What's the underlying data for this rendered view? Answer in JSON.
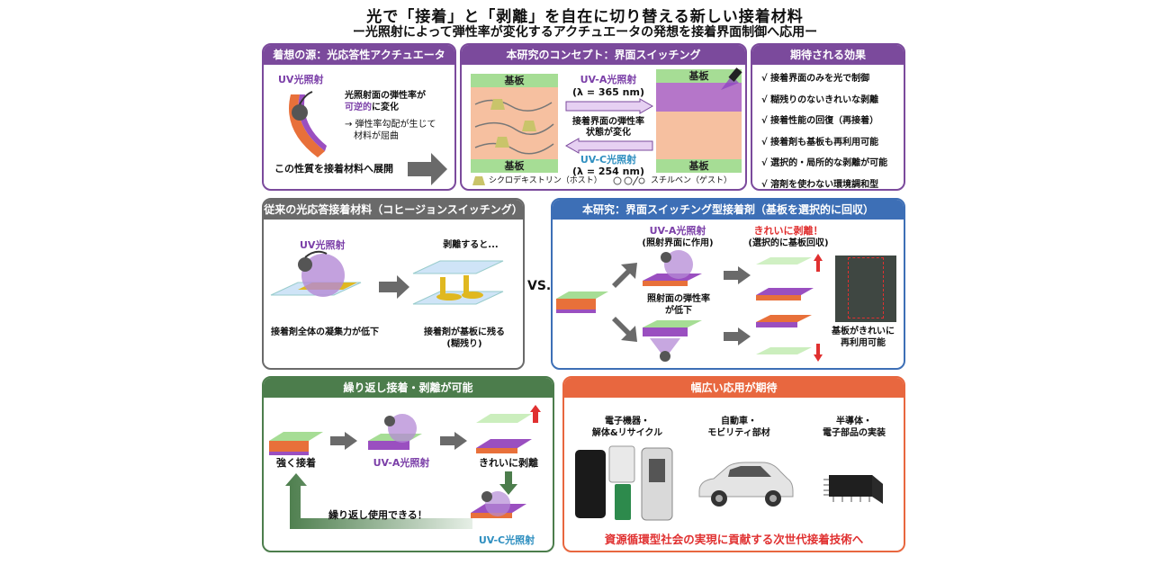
{
  "header": {
    "title": "光で「接着」と「剥離」を自在に切り替える新しい接着材料",
    "subtitle": "ー光照射によって弾性率が変化するアクチュエータの発想を接着界面制御へ応用ー"
  },
  "panel_inspiration": {
    "title": "着想の源：光応答性アクチュエータ",
    "uv_label": "UV光照射",
    "desc_line1": "光照射面の弾性率が",
    "desc_line2_hl": "可逆的",
    "desc_line2_rest": "に変化",
    "arrow_line1": "→ 弾性率勾配が生じて",
    "arrow_line2": "材料が屈曲",
    "extend": "この性質を接着材料へ展開"
  },
  "panel_concept": {
    "title": "本研究のコンセプト：界面スイッチング",
    "substrate": "基板",
    "uva_label": "UV-A光照射",
    "uva_wave": "(λ = 365 nm)",
    "state_line1": "接着界面の弾性率",
    "state_line2": "状態が変化",
    "uvc_label": "UV-C光照射",
    "uvc_wave": "(λ = 254 nm)",
    "legend_host": "シクロデキストリン（ホスト）",
    "legend_guest": "スチルベン（ゲスト）"
  },
  "panel_effects": {
    "title": "期待される効果",
    "items": [
      "接着界面のみを光で制御",
      "糊残りのないきれいな剥離",
      "接着性能の回復（再接着）",
      "接着剤も基板も再利用可能",
      "選択的・局所的な剥離が可能",
      "溶剤を使わない環境調和型"
    ]
  },
  "panel_conventional": {
    "title": "従来の光応答接着材料（コヒージョンスイッチング）",
    "uv_label": "UV光照射",
    "after_label": "剥離すると...",
    "caption_left": "接着剤全体の凝集力が低下",
    "caption_right_line1": "接着剤が基板に残る",
    "caption_right_line2": "(糊残り)",
    "vs": "VS."
  },
  "panel_this_study": {
    "title": "本研究：界面スイッチング型接着剤（基板を選択的に回収）",
    "uva_label": "UV-A光照射",
    "uva_sub": "(照射界面に作用)",
    "clean_label": "きれいに剥離！",
    "clean_sub": "(選択的に基板回収)",
    "mid_line1": "照射面の弾性率",
    "mid_line2": "が低下",
    "reuse_line1": "基板がきれいに",
    "reuse_line2": "再利用可能"
  },
  "panel_repeat": {
    "title": "繰り返し接着・剥離が可能",
    "strong": "強く接着",
    "uva": "UV-A光照射",
    "clean": "きれいに剥離",
    "repeat": "繰り返し使用できる！",
    "uvc": "UV-C光照射"
  },
  "panel_apps": {
    "title": "幅広い応用が期待",
    "app1_line1": "電子機器・",
    "app1_line2": "解体&リサイクル",
    "app2_line1": "自動車・",
    "app2_line2": "モビリティ部材",
    "app3_line1": "半導体・",
    "app3_line2": "電子部品の実装",
    "footer": "資源循環型社会の実現に貢献する次世代接着技術へ"
  },
  "colors": {
    "purple": "#7b4a9c",
    "gray": "#6a6a6a",
    "blue": "#3d6fb6",
    "green": "#4c7d4c",
    "orange": "#e8673f",
    "uva_text": "#7b3fa8",
    "uvc_text": "#2f8fc0",
    "red": "#e03030",
    "substrate": "#a6dd95"
  }
}
